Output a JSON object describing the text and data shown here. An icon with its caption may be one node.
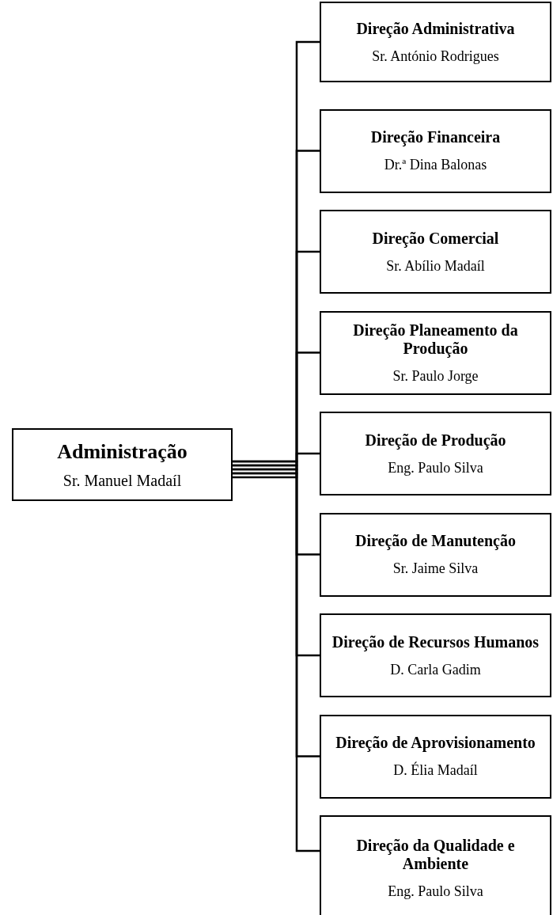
{
  "diagram": {
    "nodes": [
      {
        "text": [
          "Administração",
          "Sr. Manuel Madaíl"
        ]
      },
      {
        "text": [
          "Direção Administrativa",
          "Sr. António Rodrigues"
        ]
      },
      {
        "text": [
          "Direção Financeira",
          "Dr.ª Dina Balonas"
        ]
      },
      {
        "text": [
          "Direção Comercial",
          "Sr. Abílio Madaíl"
        ]
      },
      {
        "text": [
          "Direção Planeamento da Produção",
          "Sr. Paulo Jorge"
        ]
      },
      {
        "text": [
          "Direção de Produção",
          "Eng. Paulo Silva"
        ]
      },
      {
        "text": [
          "Direção de Manutenção",
          "Sr. Jaime Silva"
        ]
      },
      {
        "text": [
          "Direção de Recursos Humanos",
          "D. Carla Gadim"
        ]
      },
      {
        "text": [
          "Direção de Aprovisionamento",
          "D. Élia Madaíl"
        ]
      },
      {
        "text": [
          "Direção da Qualidade e Ambiente",
          "Eng. Paulo Silva"
        ]
      }
    ],
    "edges": [
      {
        "from": 0,
        "to": 1,
        "arrow": "none"
      },
      {
        "from": 0,
        "to": 2,
        "arrow": "none"
      },
      {
        "from": 0,
        "to": 3,
        "arrow": "none"
      },
      {
        "from": 0,
        "to": 4,
        "arrow": "none"
      },
      {
        "from": 0,
        "to": 5,
        "arrow": "none"
      },
      {
        "from": 0,
        "to": 6,
        "arrow": "none"
      },
      {
        "from": 0,
        "to": 7,
        "arrow": "none"
      },
      {
        "from": 0,
        "to": 8,
        "arrow": "none"
      },
      {
        "from": 0,
        "to": 9,
        "arrow": "none"
      }
    ]
  }
}
